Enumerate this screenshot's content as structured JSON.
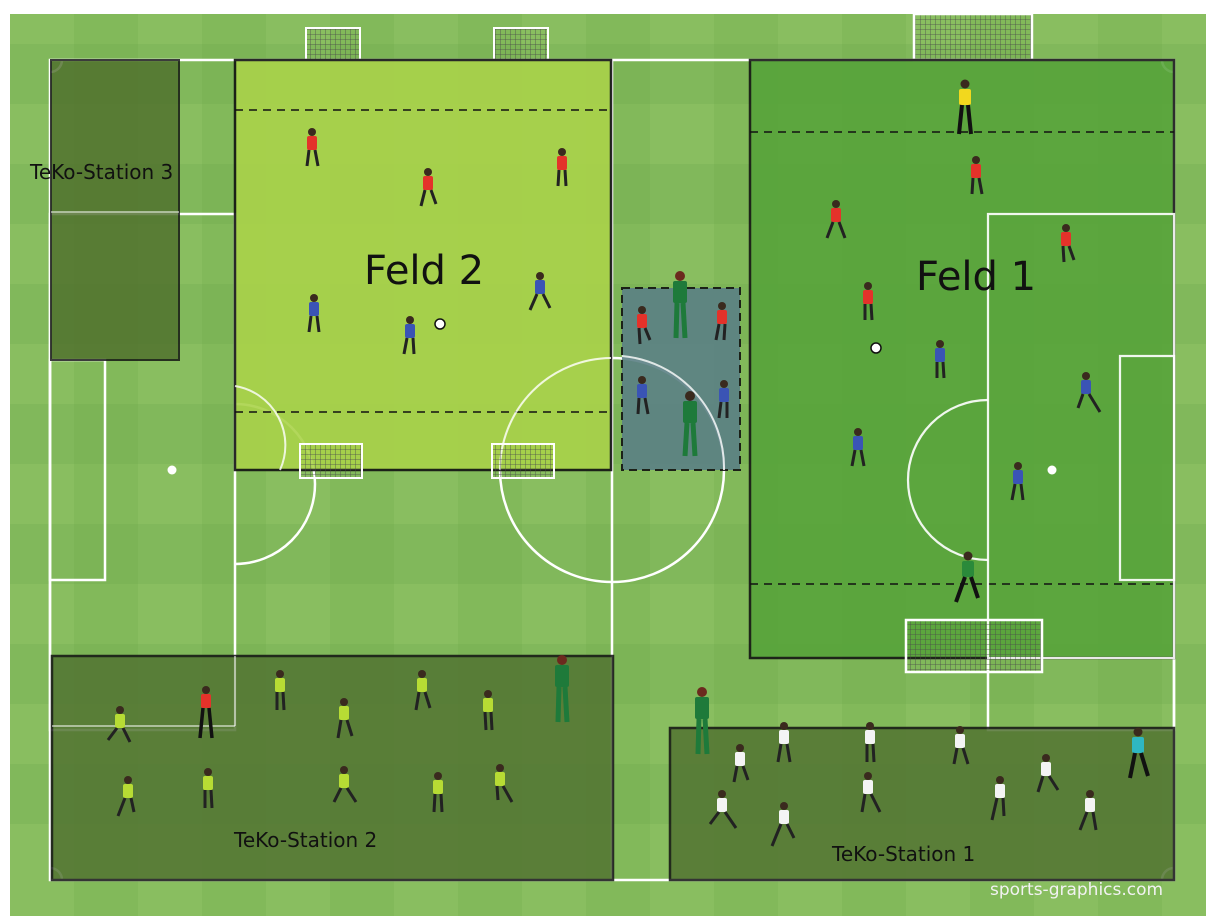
{
  "fields": {
    "feld1": "Feld 1",
    "feld2": "Feld 2"
  },
  "stations": {
    "station1": "TeKo-Station 1",
    "station2": "TeKo-Station 2",
    "station3": "TeKo-Station 3"
  },
  "credit": "sports-graphics.com",
  "colors": {
    "grass_light": "#8cc063",
    "grass_dark": "#7ab452",
    "feld2_zone": "#a6cd4a",
    "feld1_zone": "#5aa53c",
    "station_zone": "#5c7f37",
    "center_zone": "#5b8085",
    "team_red": "#e4322a",
    "team_blue": "#3a54b5",
    "team_lime": "#b7dc34",
    "team_white": "#f4f4f4",
    "coach_green": "#1e7a3a",
    "keeper_yellow": "#f2d81e"
  }
}
